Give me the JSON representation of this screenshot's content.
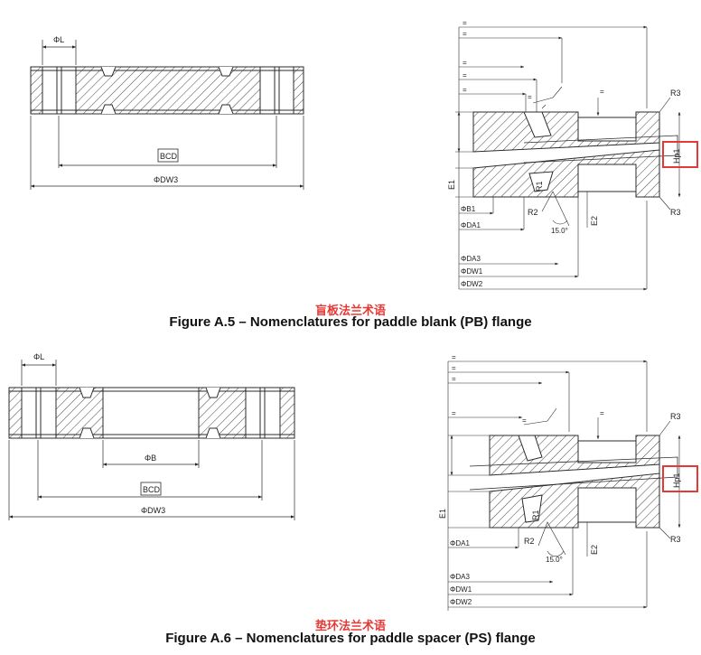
{
  "colors": {
    "line": "#2b2b2b",
    "accent": "#e53935",
    "hatch": "#333333"
  },
  "figure_a5": {
    "caption_cn": "盲板法兰术语",
    "caption": "Figure A.5 – Nomenclatures for paddle blank (PB) flange",
    "side": {
      "phiL": "ΦL",
      "bcd": "BCD",
      "dw3": "ΦDW3"
    },
    "section": {
      "r3_top": "R3",
      "r3_bot": "R3",
      "hp1": "Hp1",
      "e1": "E1",
      "r1": "R1",
      "r2": "R2",
      "e2": "E2",
      "angle": "15.0°",
      "b1": "ΦB1",
      "da1": "ΦDA1",
      "da3": "ΦDA3",
      "dw1": "ΦDW1",
      "dw2": "ΦDW2",
      "eq": "="
    }
  },
  "figure_a6": {
    "caption_cn": "垫环法兰术语",
    "caption": "Figure A.6 – Nomenclatures for paddle spacer (PS) flange",
    "side": {
      "phiL": "ΦL",
      "phiB": "ΦB",
      "bcd": "BCD",
      "dw3": "ΦDW3"
    },
    "section": {
      "r3_top": "R3",
      "r3_bot": "R3",
      "hp1": "Hp1",
      "e1": "E1",
      "r1": "R1",
      "r2": "R2",
      "e2": "E2",
      "angle": "15.0°",
      "da1": "ΦDA1",
      "da3": "ΦDA3",
      "dw1": "ΦDW1",
      "dw2": "ΦDW2",
      "eq": "="
    }
  }
}
